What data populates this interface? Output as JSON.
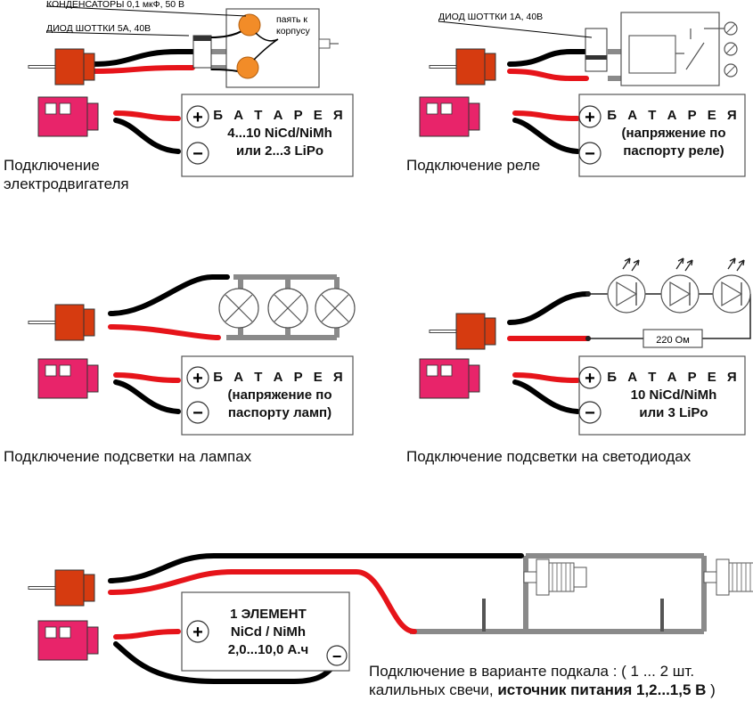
{
  "panel1": {
    "annot_caps": "КОНДЕНСАТОРЫ 0,1 мкФ, 50 В",
    "annot_diode": "ДИОД ШОТТКИ 5А, 40В",
    "annot_solder_1": "паять к",
    "annot_solder_2": "корпусу",
    "battery_title": "Б А Т А Р Е Я",
    "battery_line1": "4...10  NiCd/NiMh",
    "battery_line2": "или  2...3 LiPo",
    "caption_1": "Подключение",
    "caption_2": "электродвигателя"
  },
  "panel2": {
    "annot_diode": "ДИОД ШОТТКИ 1А, 40В",
    "battery_title": "Б А Т А Р Е Я",
    "battery_line1": "(напряжение по",
    "battery_line2": "паспорту реле)",
    "caption": "Подключение  реле"
  },
  "panel3": {
    "battery_title": "Б А Т А Р Е Я",
    "battery_line1": "(напряжение по",
    "battery_line2": "паспорту ламп)",
    "caption": "Подключение  подсветки  на  лампах"
  },
  "panel4": {
    "resistor_label": "220 Ом",
    "battery_title": "Б А Т А Р Е Я",
    "battery_line1": "10  NiCd/NiMh",
    "battery_line2": "или 3 LiPo",
    "caption": "Подключение  подсветки  на  светодиодах"
  },
  "panel5": {
    "battery_line1": "1  ЭЛЕМЕНТ",
    "battery_line2": "NiCd / NiMh",
    "battery_line3": "2,0...10,0 А.ч",
    "caption_line1": "Подключение  в  варианте  подкала : (  1 ... 2  шт.",
    "caption_line2_a": "калильных свечи,",
    "caption_line2_b": "источник питания 1,2...1,5 В",
    "caption_line2_c": ")"
  },
  "symbols": {
    "plus": "+",
    "minus": "−"
  },
  "colors": {
    "wire_red": "#e6141a",
    "wire_black": "#000000",
    "plug_orange": "#d63b10",
    "plug_pink": "#e8246a",
    "cap_orange": "#f28c28"
  }
}
